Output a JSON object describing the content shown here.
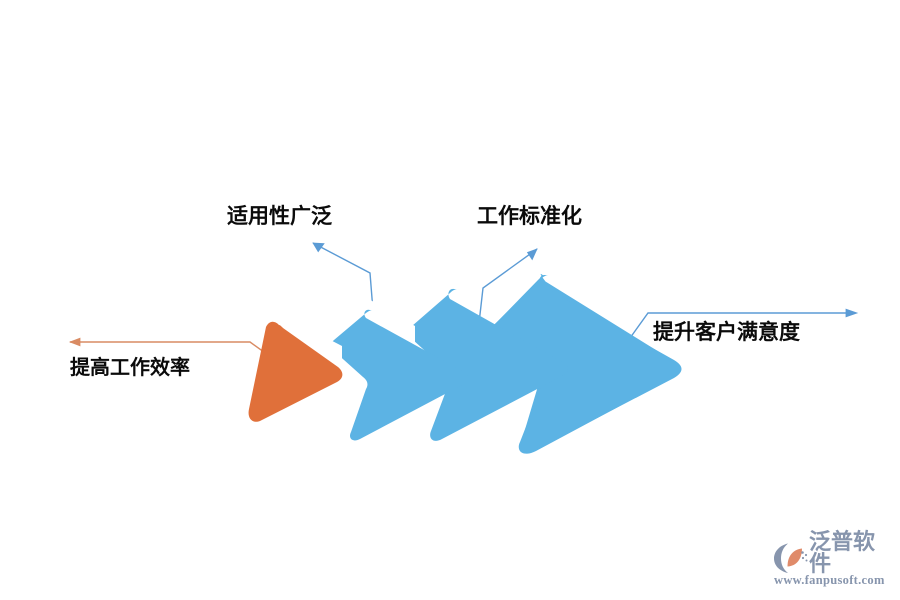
{
  "diagram": {
    "type": "process-chevron-flow",
    "background_color": "#ffffff",
    "title": "",
    "chevrons": [
      {
        "index": 0,
        "shape": "triangle",
        "color": "#E0703A",
        "name": "chevron-stage-1"
      },
      {
        "index": 1,
        "shape": "chevron",
        "color": "#5CB3E4",
        "name": "chevron-stage-2"
      },
      {
        "index": 2,
        "shape": "chevron",
        "color": "#5CB3E4",
        "name": "chevron-stage-3"
      },
      {
        "index": 3,
        "shape": "chevron",
        "color": "#5CB3E4",
        "name": "chevron-stage-4"
      }
    ],
    "labels": {
      "efficiency": "提高工作效率",
      "applicability": "适用性广泛",
      "standardization": "工作标准化",
      "satisfaction": "提升客户满意度"
    },
    "connectors": [
      {
        "name": "connector-efficiency",
        "direction": "left",
        "color": "#D98B63",
        "points_to": "提高工作效率"
      },
      {
        "name": "connector-applicability",
        "direction": "up-left",
        "color": "#5B9BD5",
        "points_to": "适用性广泛"
      },
      {
        "name": "connector-standardization",
        "direction": "up-right",
        "color": "#5B9BD5",
        "points_to": "工作标准化"
      },
      {
        "name": "connector-satisfaction",
        "direction": "right",
        "color": "#5B9BD5",
        "points_to": "提升客户满意度"
      }
    ],
    "colors": {
      "orange": "#E0703A",
      "blue": "#5CB3E4",
      "connector_blue": "#5B9BD5",
      "connector_orange": "#D98B63",
      "label_text": "#0b0b0b",
      "brand_gray": "#8795ad",
      "brand_accent": "#e08b6a"
    }
  },
  "branding": {
    "company_name": "泛普软件",
    "website": "www.fanpusoft.com"
  }
}
